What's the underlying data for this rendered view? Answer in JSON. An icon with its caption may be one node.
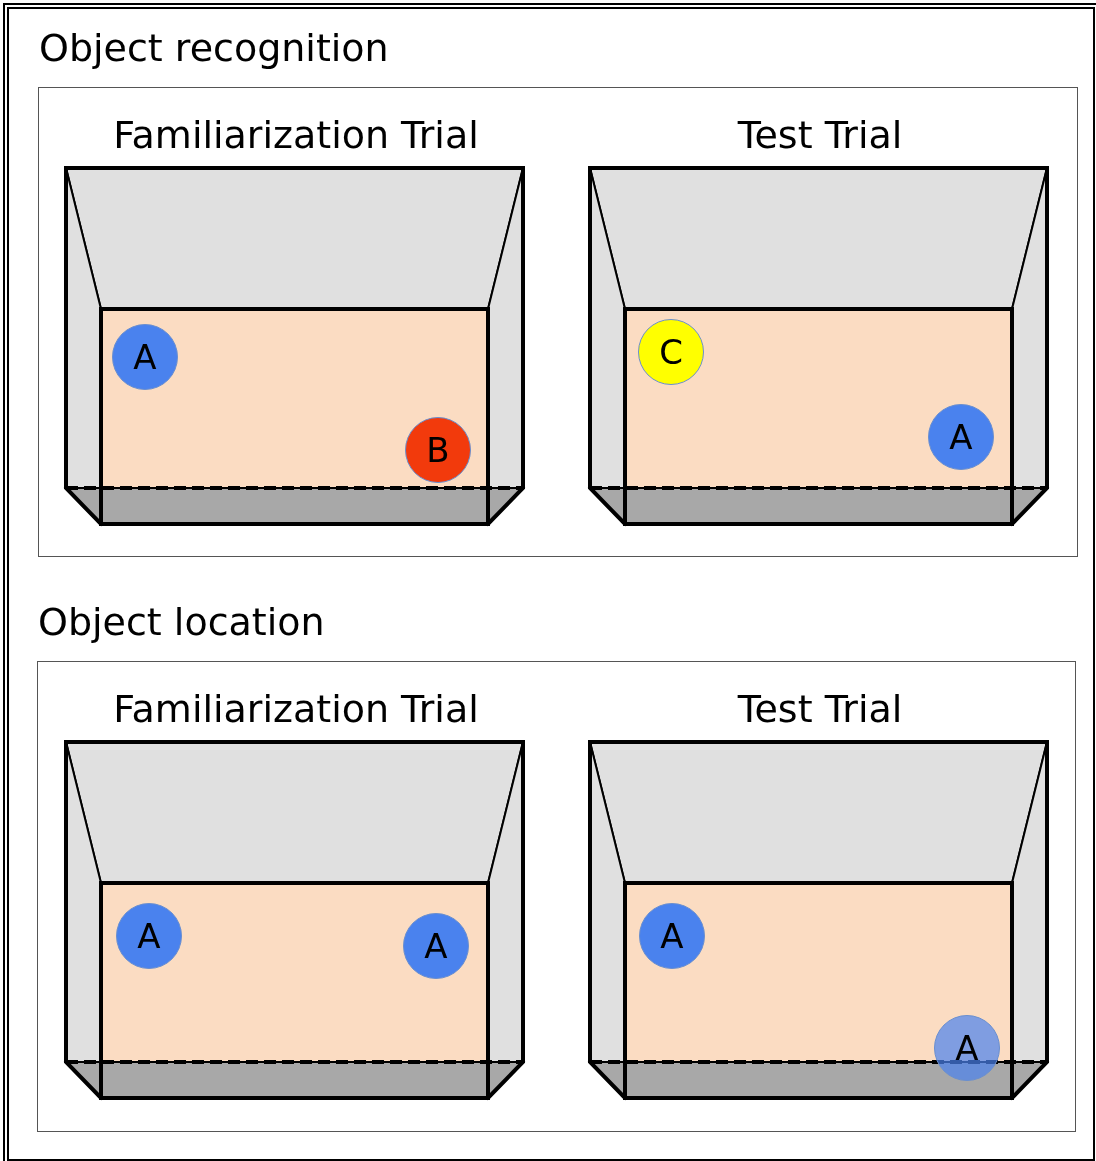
{
  "diagram": {
    "nodes": [
      {
        "text": [
          "Object recognition"
        ]
      },
      {
        "text": [
          "Familiarization Trial"
        ],
        "in": 0
      },
      {
        "text": [
          "A"
        ],
        "in": 1
      },
      {
        "text": [
          "B"
        ],
        "in": 1
      },
      {
        "text": [
          "Test Trial"
        ],
        "in": 0
      },
      {
        "text": [
          "C"
        ],
        "in": 4
      },
      {
        "text": [
          "A"
        ],
        "in": 4
      },
      {
        "text": [
          "Object location"
        ]
      },
      {
        "text": [
          "Familiarization Trial"
        ],
        "in": 7
      },
      {
        "text": [
          "A"
        ],
        "in": 8
      },
      {
        "text": [
          "A"
        ],
        "in": 8
      },
      {
        "text": [
          "Test Trial"
        ],
        "in": 7
      },
      {
        "text": [
          "A"
        ],
        "in": 11
      },
      {
        "text": [
          "A"
        ],
        "in": 11
      }
    ],
    "edges": []
  }
}
